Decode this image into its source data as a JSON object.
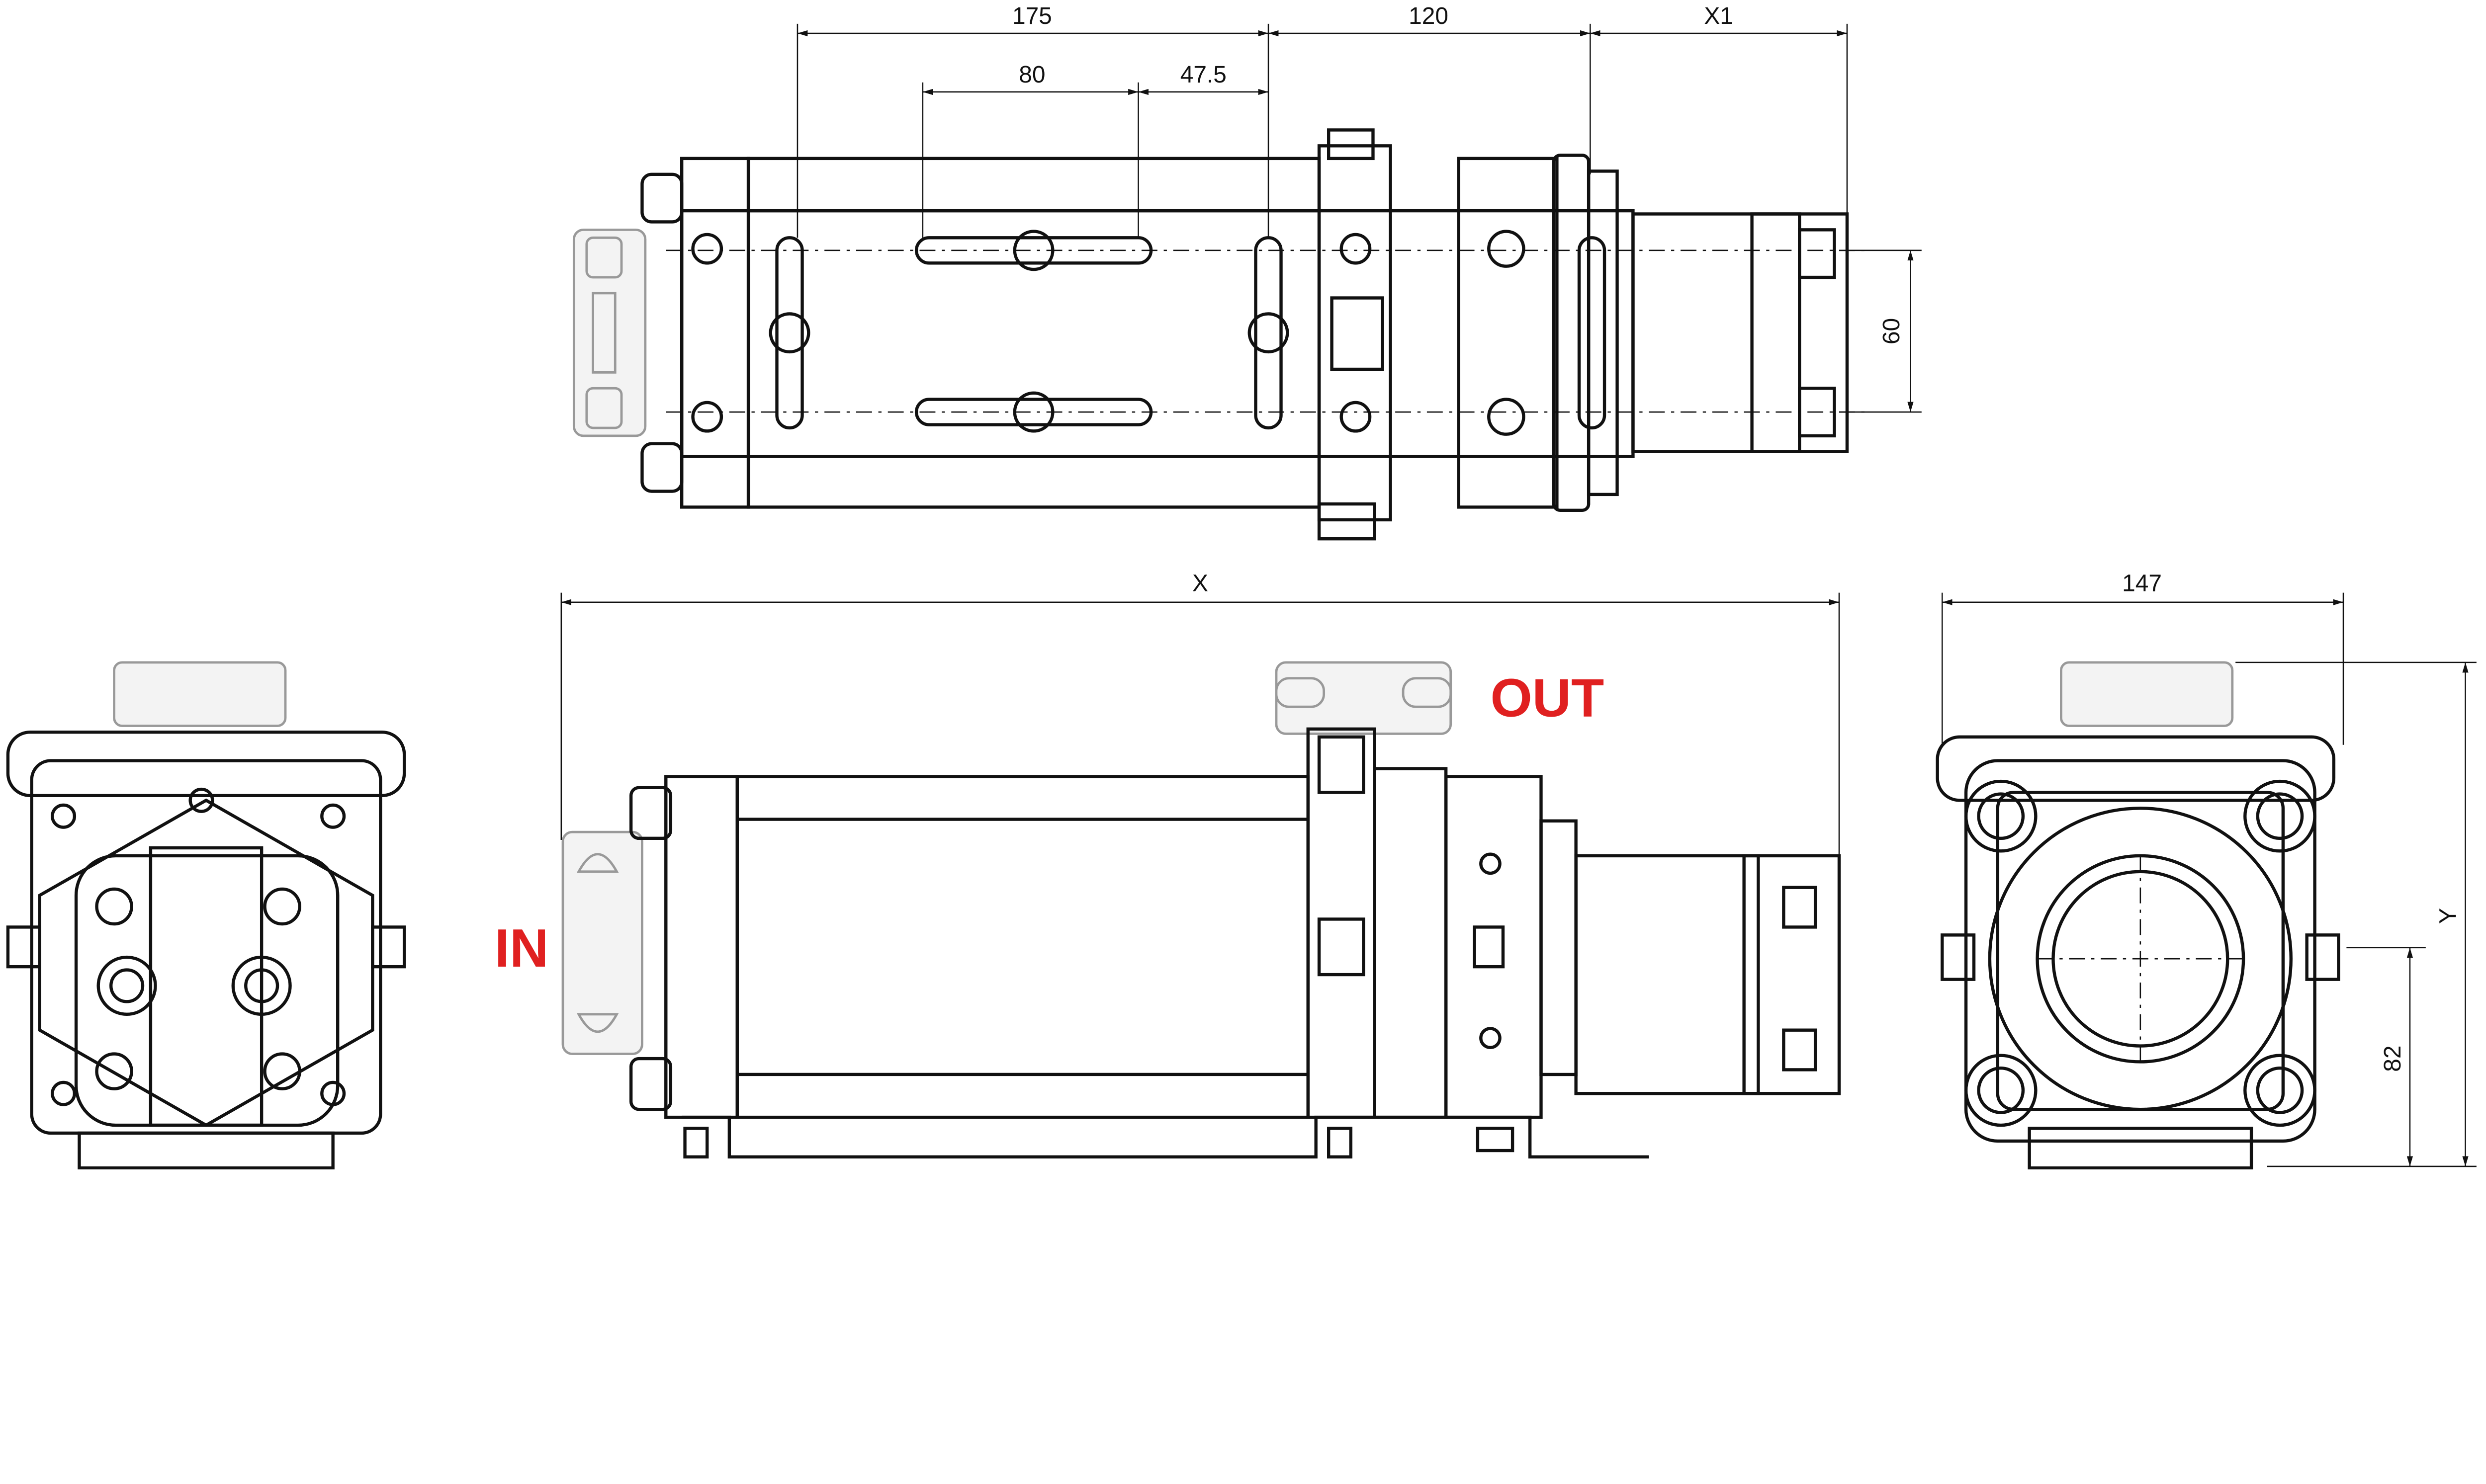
{
  "drawing": {
    "dimensions": {
      "top_175": "175",
      "top_120": "120",
      "top_x1": "X1",
      "top_80": "80",
      "top_47_5": "47.5",
      "top_60": "60",
      "front_x": "X",
      "side_147": "147",
      "side_y": "Y",
      "side_82": "82"
    },
    "labels": {
      "inlet": "IN",
      "outlet": "OUT"
    },
    "colors": {
      "label": "#e02020",
      "line": "#111111",
      "accessory": "#999999"
    }
  }
}
